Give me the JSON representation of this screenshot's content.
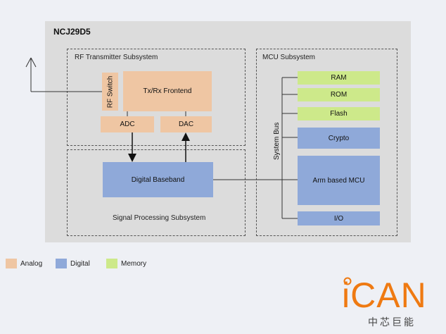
{
  "diagram": {
    "chip_name": "NCJ29D5",
    "rf_subsystem": "RF Transmitter Subsystem",
    "signal_subsystem": "Signal Processing Subsystem",
    "mcu_subsystem": "MCU Subsystem",
    "blocks": {
      "rf_switch": "RF Switch",
      "txrx": "Tx/Rx Frontend",
      "adc": "ADC",
      "dac": "DAC",
      "baseband": "Digital Baseband",
      "ram": "RAM",
      "rom": "ROM",
      "flash": "Flash",
      "crypto": "Crypto",
      "mcu": "Arm based MCU",
      "io": "I/O"
    },
    "system_bus": "System Bus"
  },
  "legend": [
    {
      "label": "Analog",
      "color": "#efc6a3"
    },
    {
      "label": "Digital",
      "color": "#8fa9d9"
    },
    {
      "label": "Memory",
      "color": "#cde98a"
    }
  ],
  "logo": {
    "text": "iCAN",
    "subtext": "中芯巨能",
    "color": "#ef7a12"
  }
}
